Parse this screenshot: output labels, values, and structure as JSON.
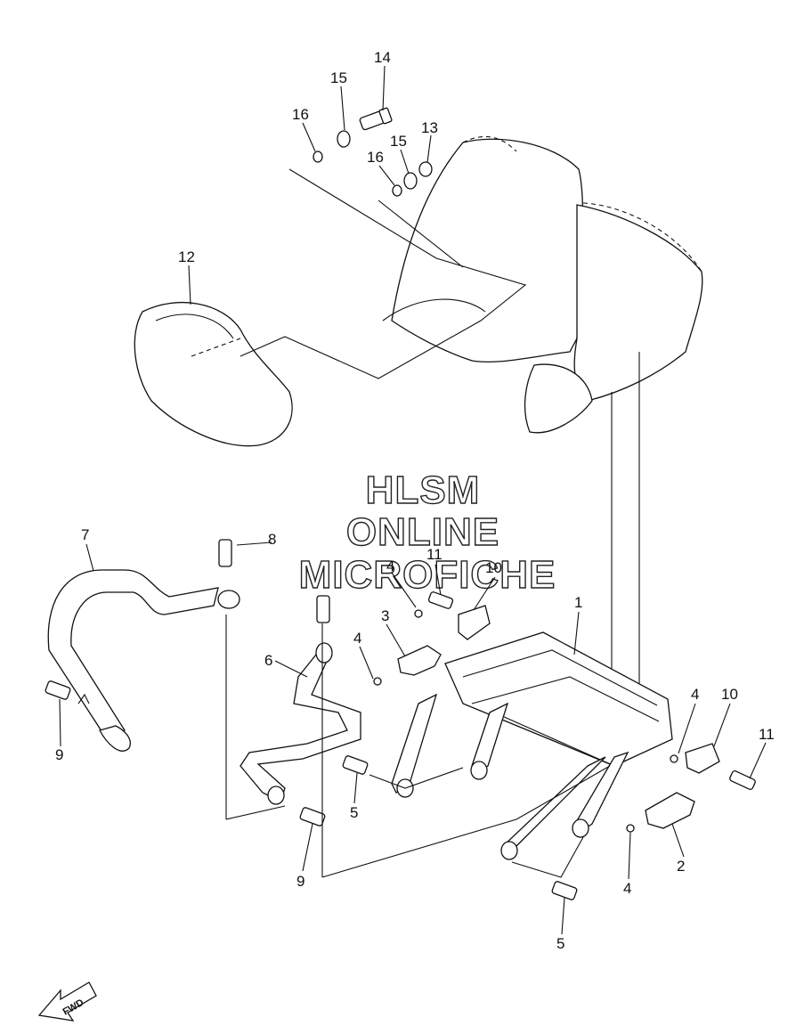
{
  "watermark": {
    "line1": "HLSM",
    "line2": "ONLINE",
    "line3": "MICROFICHE"
  },
  "direction_label": "FWD",
  "callouts": {
    "c1": "1",
    "c2": "2",
    "c3": "3",
    "c4a": "4",
    "c4b": "4",
    "c4c": "4",
    "c4d": "4",
    "c5a": "5",
    "c5b": "5",
    "c6": "6",
    "c7": "7",
    "c8": "8",
    "c9a": "9",
    "c9b": "9",
    "c10a": "10",
    "c10b": "10",
    "c11a": "11",
    "c11b": "11",
    "c12": "12",
    "c13": "13",
    "c14": "14",
    "c15a": "15",
    "c15b": "15",
    "c16a": "16",
    "c16b": "16"
  }
}
